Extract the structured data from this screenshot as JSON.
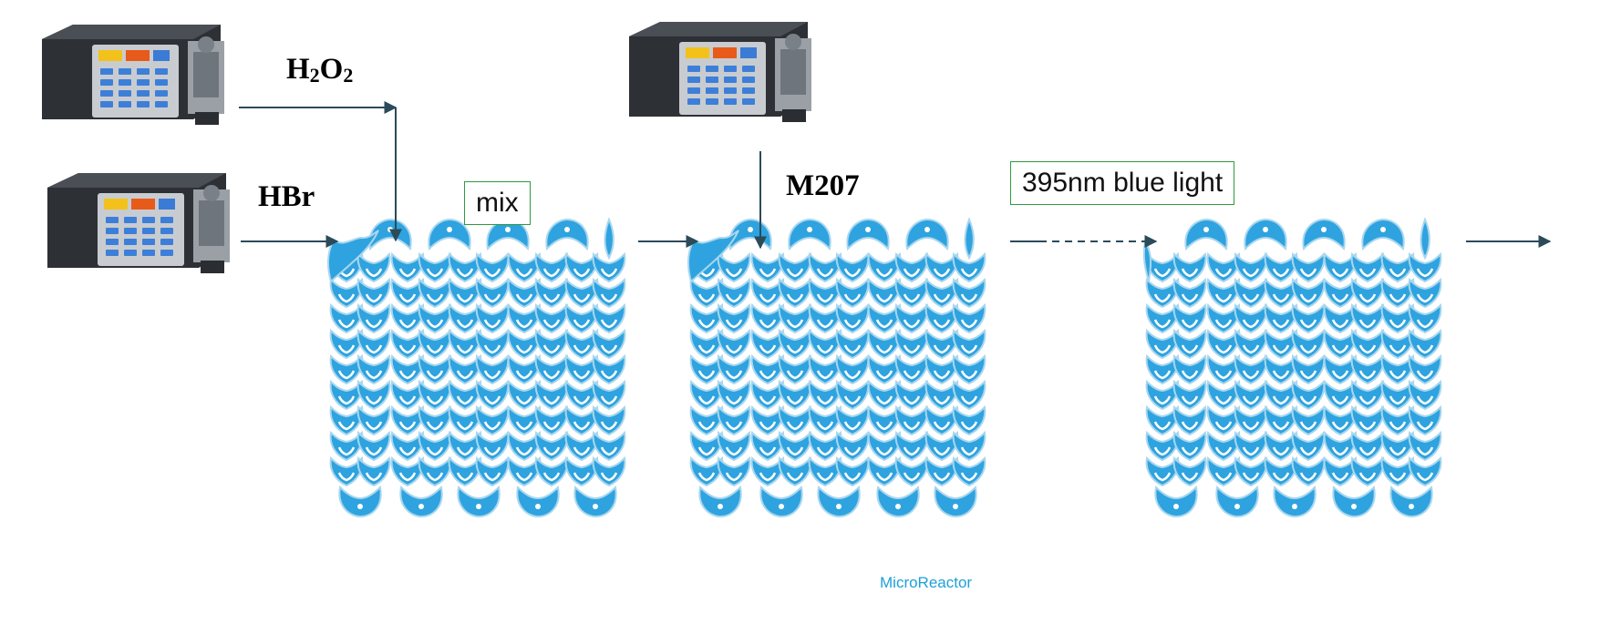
{
  "labels": {
    "h2o2_main": "H",
    "h2o2_sub1": "2",
    "h2o2_mid": "O",
    "h2o2_sub2": "2",
    "hbr": "HBr",
    "m207": "M207"
  },
  "boxes": {
    "mix": "mix",
    "light": "395nm blue light"
  },
  "caption": "MicroReactor",
  "colors": {
    "channel": "#2ea3df",
    "channel_edge": "#a8d7ef",
    "arrow": "#2b4b5a",
    "box_border": "#2e9a3f",
    "pump_body": "#2d3035",
    "pump_panel": "#c8ccd0",
    "caption": "#1ea0d8"
  },
  "icons": [
    "syringe-pump-icon",
    "microreactor-chip-icon",
    "arrow-icon"
  ]
}
